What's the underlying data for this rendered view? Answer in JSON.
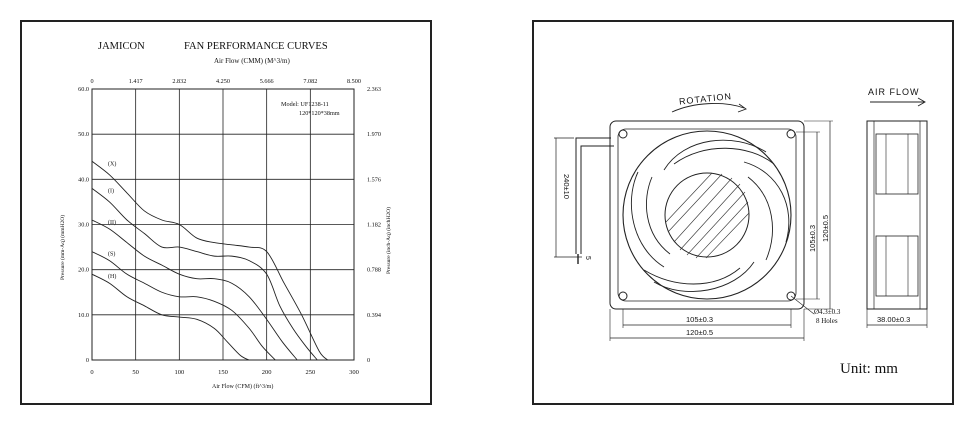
{
  "chart": {
    "brand": "JAMICON",
    "title": "FAN PERFORMANCE CURVES",
    "top_axis_title": "Air Flow (CMM) (M^3/m)",
    "bottom_axis_title": "Air Flow (CFM) (ft^3/m)",
    "left_axis_title": "Pressure (mm-Aq) (mmH2O)",
    "right_axis_title": "Pressure (inch-Aq) (inchH2O)",
    "model_line": "Model:  UF1238-11",
    "size_line": "120*120*38mm"
  },
  "chart_data": {
    "type": "line",
    "x_axis": {
      "ticks": [
        0,
        50,
        100,
        150,
        200,
        250,
        300
      ],
      "range": [
        0,
        300
      ]
    },
    "x_top_axis": {
      "ticks": [
        "0",
        "1.417",
        "2.832",
        "4.250",
        "5.666",
        "7.082",
        "8.500"
      ]
    },
    "y_axis": {
      "ticks": [
        "0",
        "10.0",
        "20.0",
        "30.0",
        "40.0",
        "50.0",
        "60.0"
      ],
      "range": [
        0,
        60
      ]
    },
    "y_right_axis": {
      "ticks": [
        "0",
        "0.394",
        "0.788",
        "1.182",
        "1.576",
        "1.970",
        "2.363"
      ]
    },
    "grid": true,
    "series": [
      {
        "name": "(X)",
        "x": [
          0,
          20,
          40,
          60,
          80,
          100,
          120,
          140,
          160,
          180,
          200,
          220,
          240,
          260,
          270
        ],
        "y": [
          44,
          41,
          37,
          33,
          31,
          30,
          27,
          26,
          25.5,
          25,
          24,
          17,
          10,
          2,
          0
        ]
      },
      {
        "name": "(I)",
        "x": [
          0,
          20,
          40,
          60,
          80,
          100,
          120,
          140,
          160,
          180,
          200,
          215,
          230,
          245,
          258
        ],
        "y": [
          38,
          35,
          31,
          28,
          25,
          25,
          24,
          23,
          23,
          22,
          19,
          12,
          7,
          3,
          0
        ]
      },
      {
        "name": "(II)",
        "x": [
          0,
          20,
          40,
          60,
          80,
          100,
          120,
          140,
          160,
          180,
          200,
          218,
          235
        ],
        "y": [
          31,
          29,
          26,
          23,
          21,
          19,
          18,
          18,
          17,
          14,
          9,
          4,
          0
        ]
      },
      {
        "name": "(S)",
        "x": [
          0,
          20,
          40,
          60,
          80,
          100,
          120,
          140,
          160,
          180,
          195,
          210
        ],
        "y": [
          24,
          22,
          19,
          17,
          15,
          14,
          14,
          13,
          11,
          7,
          3,
          0
        ]
      },
      {
        "name": "(H)",
        "x": [
          0,
          20,
          40,
          60,
          80,
          100,
          120,
          140,
          155,
          170,
          180
        ],
        "y": [
          19,
          17,
          14,
          12,
          10,
          9.5,
          9,
          7,
          4,
          1,
          0
        ]
      }
    ]
  },
  "drawing": {
    "rotation_label": "ROTATION",
    "airflow_label": "AIR FLOW",
    "lead_length": "240±10",
    "lead_strip": "5",
    "frame_height_inner": "105±0.3",
    "frame_height_outer": "120±0.5",
    "frame_width_inner": "105±0.3",
    "frame_width_outer": "120±0.5",
    "hole_diameter": "Ø4.3±0.3",
    "hole_count": "8 Holes",
    "depth": "38.00±0.3",
    "unit": "Unit: mm"
  }
}
